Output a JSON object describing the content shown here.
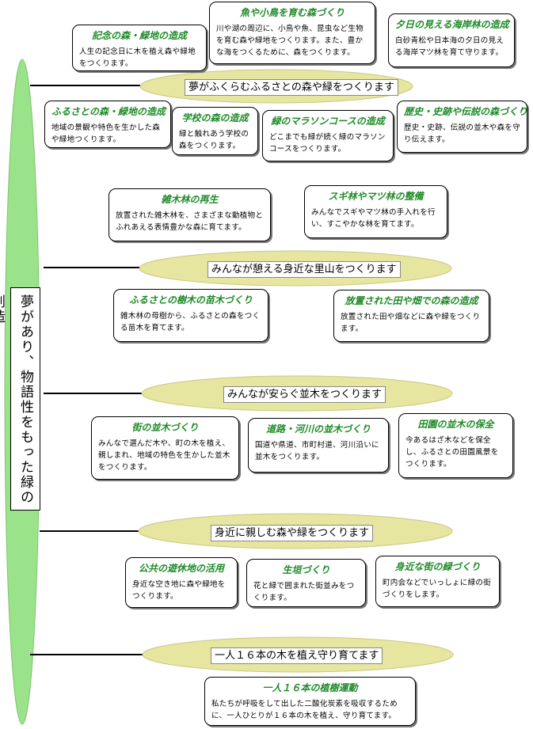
{
  "root": {
    "text": "夢があり、物語性をもった緑の創造"
  },
  "colors": {
    "ellipse_fill": "#e6e6a0",
    "root_fill": "#9be38a",
    "title_green": "#1e8a28"
  },
  "goals": [
    {
      "label": "夢がふくらむふるさとの森や緑をつくります"
    },
    {
      "label": "みんなが憩える身近な里山をつくります"
    },
    {
      "label": "みんなが安らぐ並木をつくります"
    },
    {
      "label": "身近に親しむ森や緑をつくります"
    },
    {
      "label": "一人１６本の木を植え守り育てます"
    }
  ],
  "items": [
    {
      "title": "記念の森・緑地の造成",
      "desc": "人生の記念日に木を植え森や緑地をつくります。"
    },
    {
      "title": "魚や小鳥を育む森づくり",
      "desc": "川や湖の周辺に、小鳥や魚、昆虫など生物を育む森や緑地をつくります。また、豊かな海をつくるために、森をつくります。"
    },
    {
      "title": "夕日の見える海岸林の造成",
      "desc": "白砂青松や日本海の夕日の見える海岸マツ林を育て守ります。"
    },
    {
      "title": "ふるさとの森・緑地の造成",
      "desc": "地域の景観や特色を生かした森や緑地つくります。"
    },
    {
      "title": "学校の森の造成",
      "desc": "緑と触れあう学校の森をつくります。"
    },
    {
      "title": "緑のマラソンコースの造成",
      "desc": "どこまでも緑が続く緑のマラソンコースをつくります。"
    },
    {
      "title": "歴史・史跡や伝説の森づくり",
      "desc": "歴史・史跡、伝説の並木や森を守り伝えます。"
    },
    {
      "title": "雑木林の再生",
      "desc": "放置された雑木林を、さまざまな動植物とふれあえる表情豊かな森に育てます。"
    },
    {
      "title": "スギ林やマツ林の整備",
      "desc": "みんなでスギやマツ林の手入れを行い、すこやかな林を育てます。"
    },
    {
      "title": "ふるさとの樹木の苗木づくり",
      "desc": "雑木林の母樹から、ふるさとの森をつくる苗木を育てます。"
    },
    {
      "title": "放置された田や畑での森の造成",
      "desc": "放置された田や畑などに森や緑をつくります。"
    },
    {
      "title": "街の並木づくり",
      "desc": "みんなで選んだ木や、町の木を植え、親しまれ、地域の特色を生かした並木をつくります。"
    },
    {
      "title": "道路・河川の並木づくり",
      "desc": "国道や県道、市町村道、河川沿いに並木をつくります。"
    },
    {
      "title": "田園の並木の保全",
      "desc": "今あるはざ木などを保全し、ふるさとの田園風景をつくります。"
    },
    {
      "title": "公共の遊休地の活用",
      "desc": "身近な空き地に森や緑地をつくります。"
    },
    {
      "title": "生垣づくり",
      "desc": "花と緑で囲まれた街並みをつくります。"
    },
    {
      "title": "身近な街の緑づくり",
      "desc": "町内会などでいっしょに緑の街づくりをします。"
    },
    {
      "title": "一人１６本の植樹運動",
      "desc": "私たちが呼吸をして出した二酸化炭素を吸収するために、一人ひとりが１６本の木を植え、守り育てます。"
    }
  ]
}
